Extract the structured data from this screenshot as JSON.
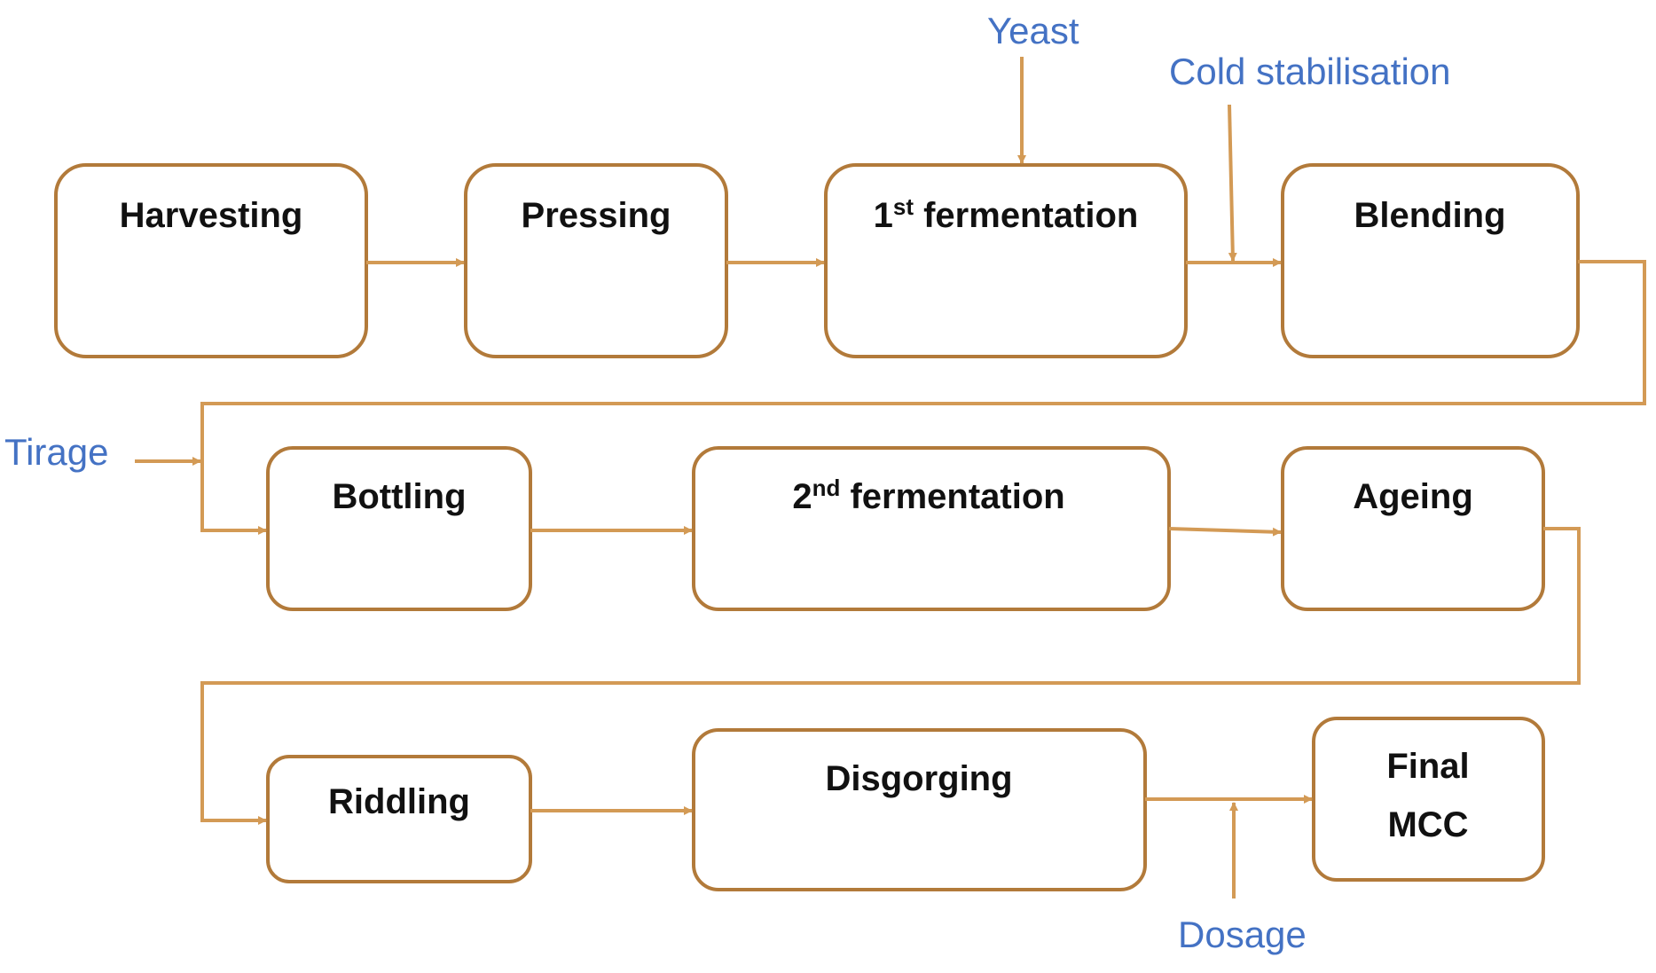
{
  "colors": {
    "box_stroke": "#b27a3a",
    "arrow": "#d39a55",
    "input_text": "#4472c4",
    "node_text": "#111111"
  },
  "nodes": {
    "harvesting": "Harvesting",
    "pressing": "Pressing",
    "fermentation1": {
      "pre": "1",
      "sup": "st",
      "post": " fermentation"
    },
    "blending": "Blending",
    "bottling": "Bottling",
    "fermentation2": {
      "pre": "2",
      "sup": "nd",
      "post": " fermentation"
    },
    "ageing": "Ageing",
    "riddling": "Riddling",
    "disgorging": "Disgorging",
    "final": {
      "line1": "Final",
      "line2": "MCC"
    }
  },
  "inputs": {
    "yeast": "Yeast",
    "cold_stabilisation": "Cold stabilisation",
    "tirage": "Tirage",
    "dosage": "Dosage"
  }
}
